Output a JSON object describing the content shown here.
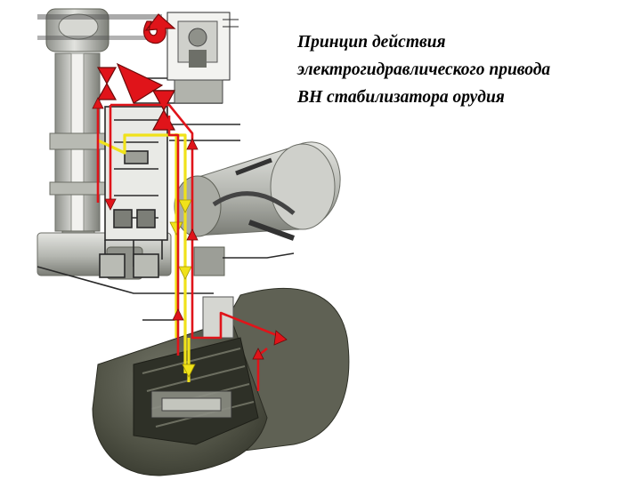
{
  "title": {
    "lines": [
      "Принцип действия",
      "электрогидравлического привода",
      "ВН стабилизатора орудия"
    ]
  },
  "diagram": {
    "colors": {
      "pressure_line": "#e0141a",
      "return_line": "#f0e21a",
      "metal_light": "#c9cbc6",
      "metal_mid": "#9c9e97",
      "metal_dark": "#5e6056",
      "housing_dark": "#3d3f33",
      "schematic_line": "#2a2a2a"
    }
  }
}
